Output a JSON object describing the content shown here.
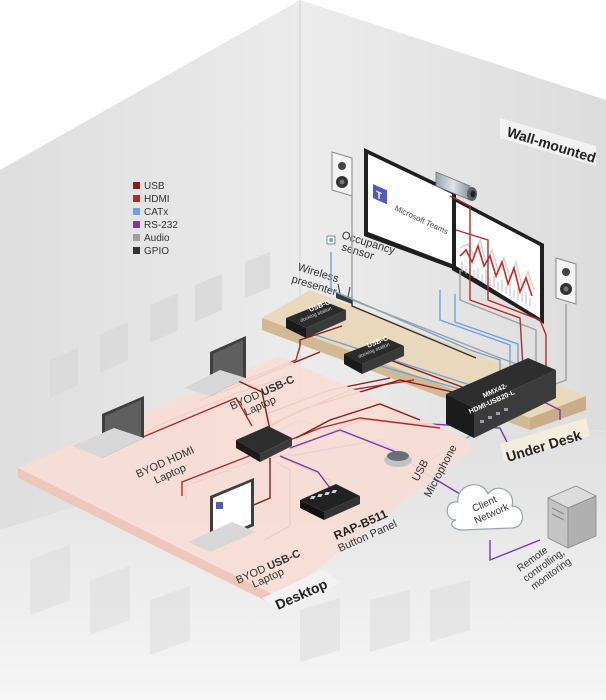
{
  "zones": {
    "wall": "Wall-mounted",
    "under_desk": "Under Desk",
    "desktop": "Desktop"
  },
  "legend": [
    {
      "label": "USB",
      "color": "#8b1a1a"
    },
    {
      "label": "HDMI",
      "color": "#b52a2a"
    },
    {
      "label": "CATx",
      "color": "#6ea3d8"
    },
    {
      "label": "RS-232",
      "color": "#7a3aa8"
    },
    {
      "label": "Audio",
      "color": "#a0a0a0"
    },
    {
      "label": "GPIO",
      "color": "#333333"
    }
  ],
  "display": {
    "app_name": "Microsoft Teams"
  },
  "labels": {
    "occupancy_line1": "Occupancy",
    "occupancy_line2": "sensor",
    "wireless_line1": "Wireless",
    "wireless_line2": "presenter",
    "dock1_line1": "USB-C",
    "dock1_line2": "docking station",
    "dock2_line1": "USB-C",
    "dock2_line2": "docking station",
    "mmx_line1": "MMX42-",
    "mmx_line2": "HDMI-USB20-L",
    "byod_usbc_top_line1_prefix": "BYOD ",
    "byod_usbc_top_line1_bold": "USB-C",
    "byod_usbc_top_line2": "Laptop",
    "byod_hdmi_line1": "BYOD HDMI",
    "byod_hdmi_line2": "Laptop",
    "usb_mic_line1": "USB",
    "usb_mic_line2": "Microphone",
    "client_line1": "Client",
    "client_line2": "Network",
    "rap_line1": "RAP-B511",
    "rap_line2": "Button Panel",
    "byod_usbc_bottom_line1_prefix": "BYOD ",
    "byod_usbc_bottom_line1_bold": "USB-C",
    "byod_usbc_bottom_line2": "Laptop",
    "remote_line1": "Remote",
    "remote_line2": "controlling,",
    "remote_line3": "monitoring"
  }
}
